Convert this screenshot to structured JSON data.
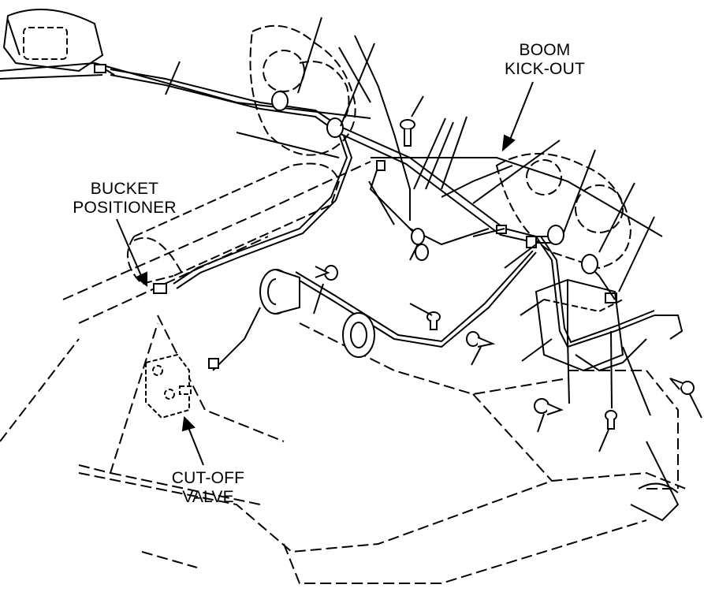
{
  "labels": {
    "boom_kickout": [
      "BOOM",
      "KICK-OUT"
    ],
    "bucket_positioner": [
      "BUCKET",
      "POSITIONER"
    ],
    "cutoff_valve": [
      "CUT-OFF",
      "VALVE"
    ]
  },
  "colors": {
    "ink": "#000000",
    "paper": "#ffffff"
  }
}
